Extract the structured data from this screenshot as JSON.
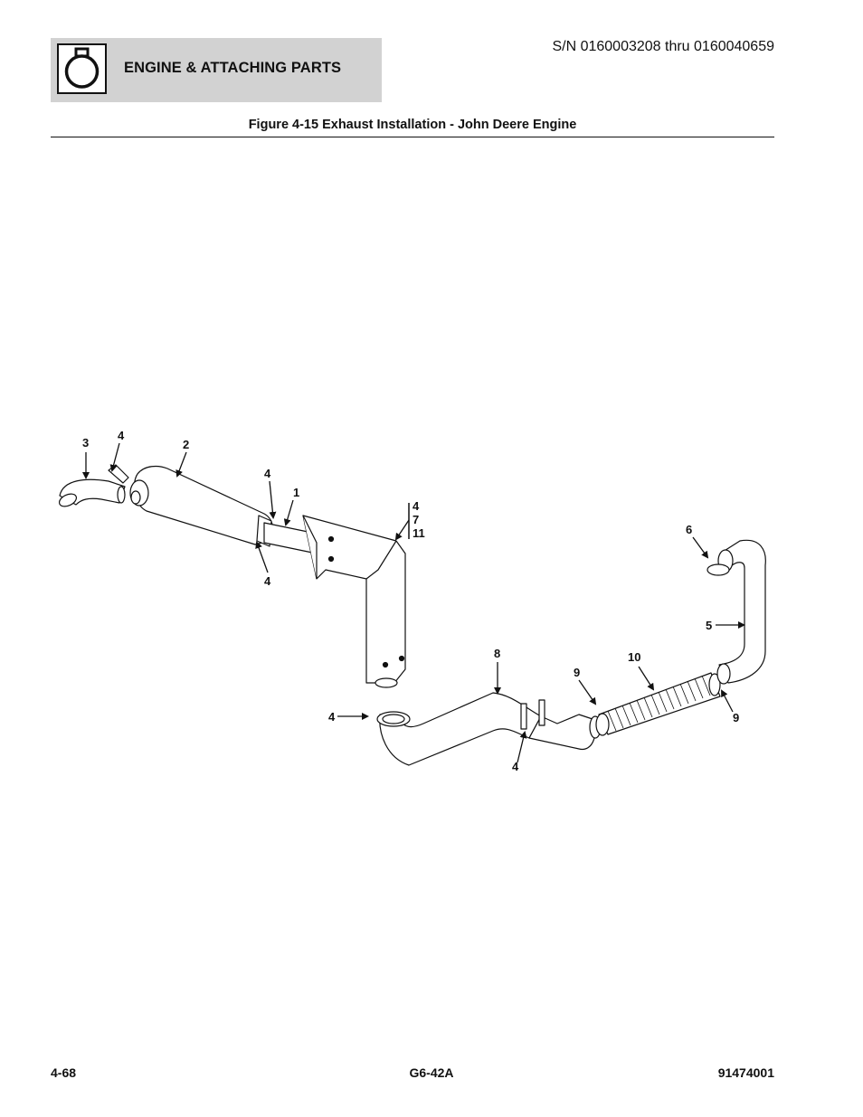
{
  "header": {
    "section_title": "ENGINE & ATTACHING PARTS",
    "icon": "engine-icon",
    "serial_range": "S/N 0160003208 thru 0160040659"
  },
  "figure": {
    "title": "Figure 4-15 Exhaust Installation - John Deere Engine",
    "callouts": {
      "tailpipe": "3",
      "clamp_top_left": "4",
      "muffler": "2",
      "clamp_muffler_top": "4",
      "bracket": "1",
      "clamp_muffler_bottom": "4",
      "group_a": "4",
      "group_b": "7",
      "group_c": "11",
      "clamp_elbow_left": "4",
      "pipe": "8",
      "clamp_pipe_bottom": "4",
      "clamp_flex_left": "9",
      "flex_hose": "10",
      "clamp_upper": "6",
      "elbow_upper": "5",
      "clamp_flex_right": "9"
    }
  },
  "footer": {
    "page_number": "4-68",
    "model": "G6-42A",
    "part_number": "91474001"
  }
}
